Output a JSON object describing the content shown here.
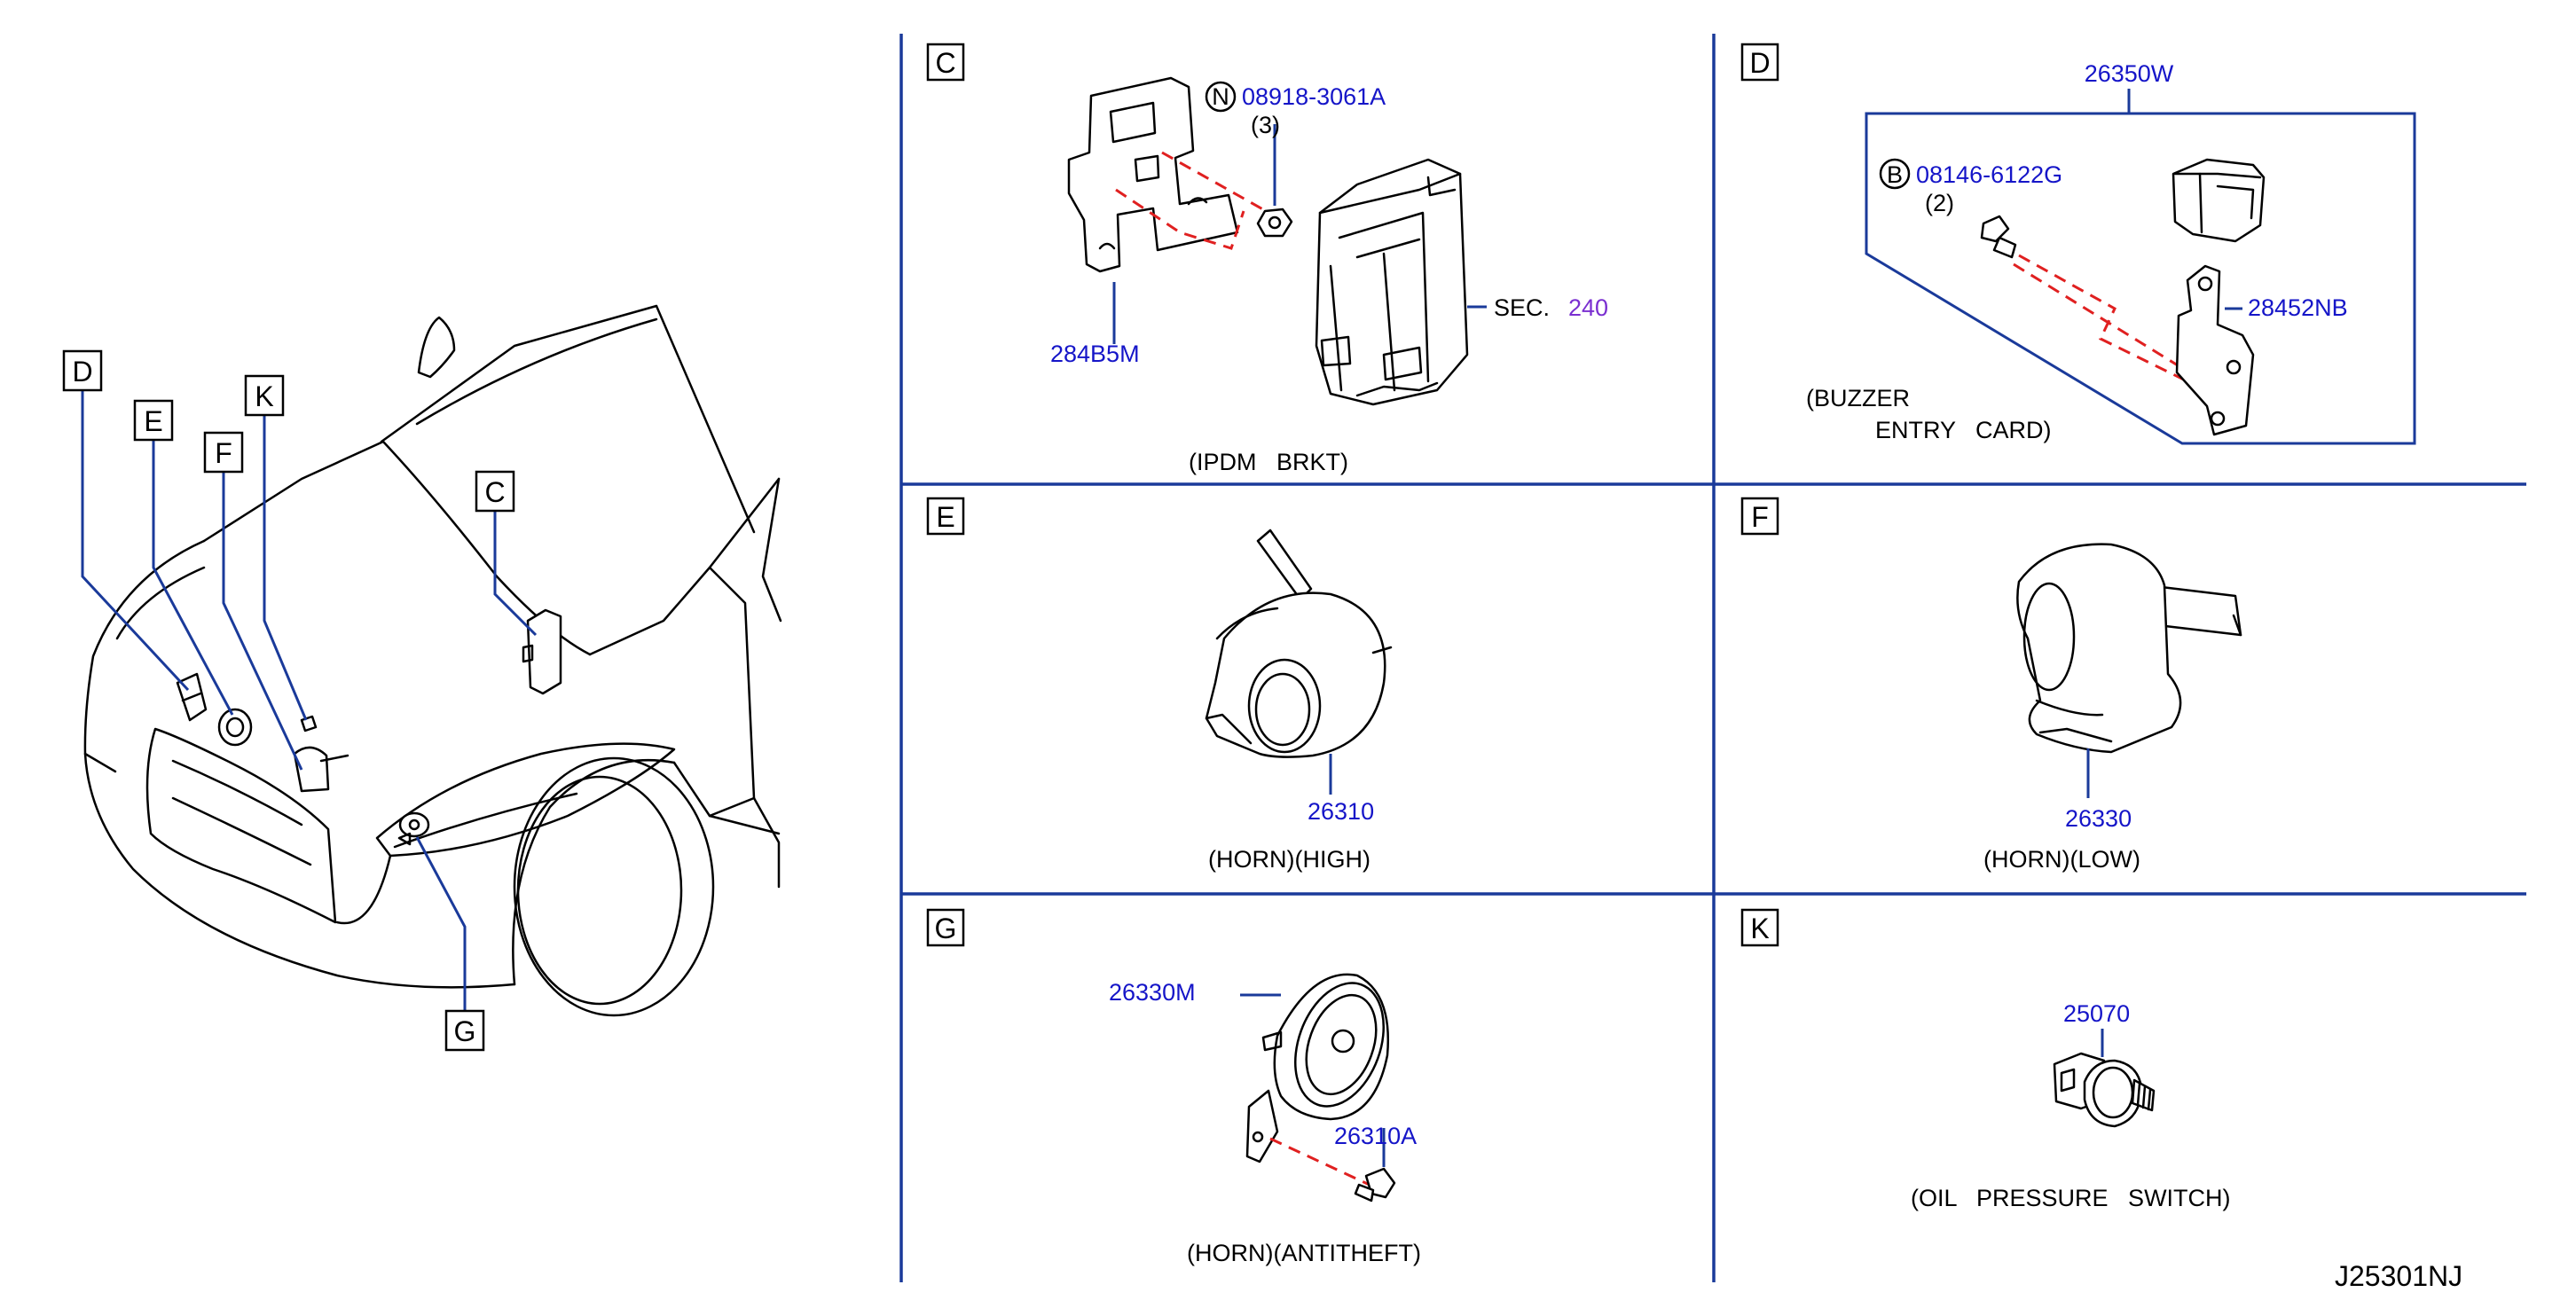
{
  "diagram_ref": "J25301NJ",
  "overview": {
    "callouts": [
      "D",
      "E",
      "K",
      "F",
      "C",
      "G"
    ]
  },
  "panels": {
    "C": {
      "letter": "C",
      "nut_symbol": "N",
      "nut_part": "08918-3061A",
      "nut_qty": "(3)",
      "bracket_part": "284B5M",
      "sec_prefix": "SEC.",
      "sec_number": "240",
      "caption": "(IPDM   BRKT)"
    },
    "D": {
      "letter": "D",
      "assembly_part": "26350W",
      "bolt_symbol": "B",
      "bolt_part": "08146-6122G",
      "bolt_qty": "(2)",
      "bracket_part": "28452NB",
      "caption_line1": "(BUZZER",
      "caption_line2": "ENTRY   CARD)"
    },
    "E": {
      "letter": "E",
      "part": "26310",
      "caption": "(HORN)(HIGH)"
    },
    "F": {
      "letter": "F",
      "part": "26330",
      "caption": "(HORN)(LOW)"
    },
    "G": {
      "letter": "G",
      "horn_part": "26330M",
      "bolt_part": "26310A",
      "caption": "(HORN)(ANTITHEFT)"
    },
    "K": {
      "letter": "K",
      "part": "25070",
      "caption": "(OIL   PRESSURE   SWITCH)"
    }
  },
  "colors": {
    "part_number": "#1515c8",
    "section_ref": "#7a2fd0",
    "leader": "#1a3a9a",
    "hidden_line": "#e02020"
  }
}
